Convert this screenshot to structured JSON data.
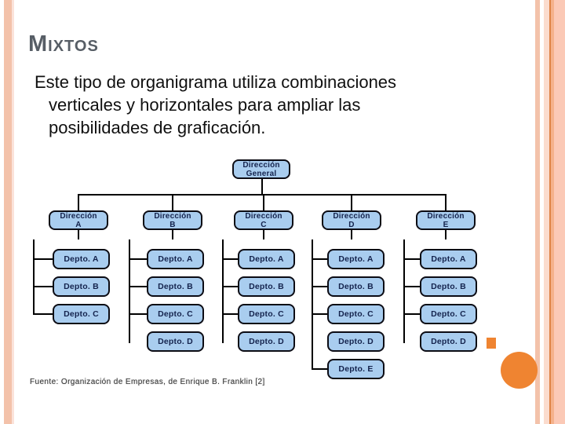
{
  "slide": {
    "title": "Mixtos",
    "body_lines": [
      "Este tipo de organigrama utiliza combinaciones",
      "verticales y horizontales para ampliar las",
      "posibilidades de graficación."
    ],
    "footer": "Fuente: Organización de Empresas, de Enrique B. Franklin [2]"
  },
  "org": {
    "root": [
      "Dirección",
      "General"
    ],
    "directions": [
      {
        "label": [
          "Dirección",
          "A"
        ],
        "departments": [
          "Depto. A",
          "Depto. B",
          "Depto. C"
        ]
      },
      {
        "label": [
          "Dirección",
          "B"
        ],
        "departments": [
          "Depto. A",
          "Depto. B",
          "Depto. C",
          "Depto. D"
        ]
      },
      {
        "label": [
          "Dirección",
          "C"
        ],
        "departments": [
          "Depto. A",
          "Depto. B",
          "Depto. C",
          "Depto. D"
        ]
      },
      {
        "label": [
          "Dirección",
          "D"
        ],
        "departments": [
          "Depto. A",
          "Depto. B",
          "Depto. C",
          "Depto. D",
          "Depto. E"
        ]
      },
      {
        "label": [
          "Dirección",
          "E"
        ],
        "departments": [
          "Depto. A",
          "Depto. B",
          "Depto. C",
          "Depto. D"
        ]
      }
    ]
  },
  "colors": {
    "stripe_salmon": "#f3c2aa",
    "stripe_light": "#fbdcce",
    "stripe_dark_line": "#de8345",
    "stripe_band": "#fbc9b6",
    "circle_orange": "#ef8431",
    "node_fill": "#a9cdef",
    "node_border": "#0c0c14",
    "node_text": "#14234d",
    "title_gray": "#575e66",
    "connector": "#000000"
  }
}
